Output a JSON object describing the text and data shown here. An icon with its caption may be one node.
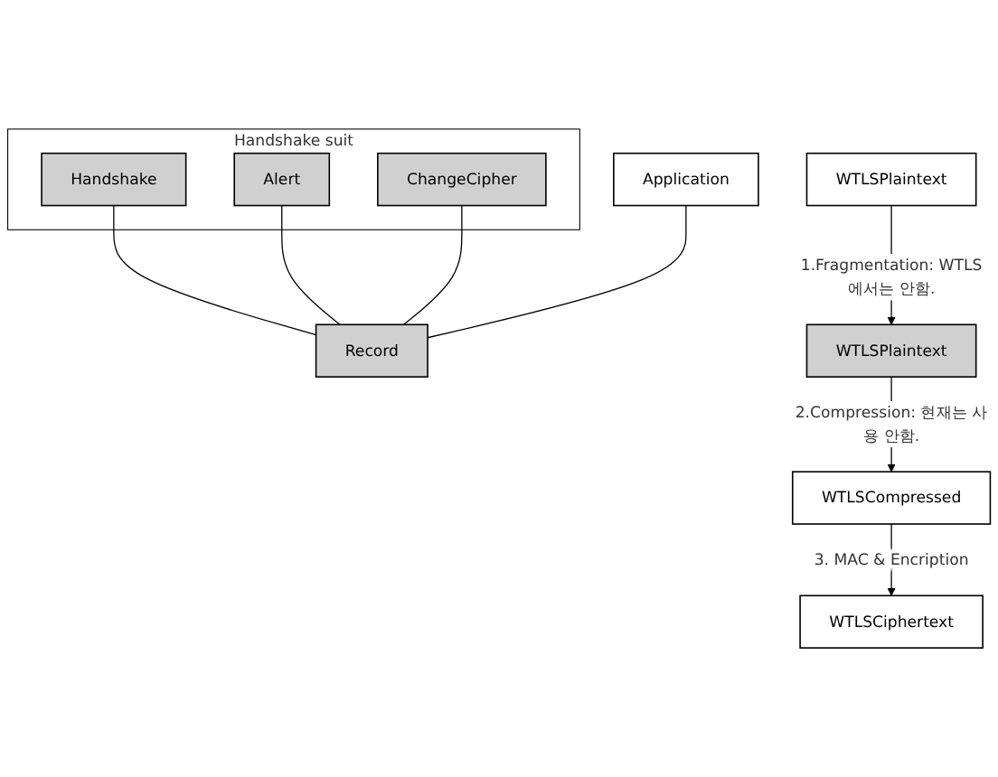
{
  "diagram": {
    "nodes": [
      {
        "text": [
          "Handshake suit"
        ]
      },
      {
        "text": [
          "Handshake"
        ],
        "in": 0
      },
      {
        "text": [
          "Alert"
        ],
        "in": 0
      },
      {
        "text": [
          "ChangeCipher"
        ],
        "in": 0
      },
      {
        "text": [
          "Application"
        ]
      },
      {
        "text": [
          "Record"
        ]
      },
      {
        "text": [
          "WTLSPlaintext"
        ]
      },
      {
        "text": [
          "WTLSPlaintext"
        ]
      },
      {
        "text": [
          "WTLSCompressed"
        ]
      },
      {
        "text": [
          "WTLSCiphertext"
        ]
      }
    ],
    "edges": [
      {
        "from": 1,
        "to": 5,
        "arrow": "none"
      },
      {
        "from": 2,
        "to": 5,
        "arrow": "none"
      },
      {
        "from": 3,
        "to": 5,
        "arrow": "none"
      },
      {
        "from": 4,
        "to": 5,
        "arrow": "none"
      },
      {
        "from": 6,
        "to": 7,
        "arrow": "to",
        "label": "1.Fragmentation: WTLS에서는 안함."
      },
      {
        "from": 7,
        "to": 8,
        "arrow": "to",
        "label": "2.Compression: 현재는 사용 안함."
      },
      {
        "from": 8,
        "to": 9,
        "arrow": "to",
        "label": "3. MAC & Encription"
      }
    ]
  }
}
